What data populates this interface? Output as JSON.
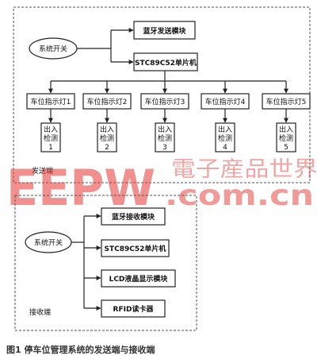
{
  "sender": {
    "frame_label": "发送端",
    "switch_label": "系统开关",
    "bluetooth_label": "蓝牙发送模块",
    "mcu_label": "STC89C52单片机",
    "indicators": [
      {
        "label": "车位指示灯1",
        "detect_line1": "出入",
        "detect_line2": "检测",
        "detect_num": "1"
      },
      {
        "label": "车位指示灯2",
        "detect_line1": "出入",
        "detect_line2": "检测",
        "detect_num": "2"
      },
      {
        "label": "车位指示灯3",
        "detect_line1": "出入",
        "detect_line2": "检测",
        "detect_num": "3"
      },
      {
        "label": "车位指示灯4",
        "detect_line1": "出入",
        "detect_line2": "检测",
        "detect_num": "4"
      },
      {
        "label": "车位指示灯5",
        "detect_line1": "出入",
        "detect_line2": "检测",
        "detect_num": "5"
      }
    ]
  },
  "receiver": {
    "frame_label": "接收端",
    "switch_label": "系统开关",
    "modules": [
      {
        "label": "蓝牙接收模块"
      },
      {
        "label": "STC89C52单片机"
      },
      {
        "label": "LCD液晶显示模块"
      },
      {
        "label": "RFID读卡器"
      }
    ]
  },
  "watermark": {
    "latin": "EEPW",
    "chinese": "電子産品世界",
    "domain": ".com.cn"
  },
  "caption": "图1 停车位管理系统的发送端与接收端",
  "colors": {
    "watermark": "#e53935",
    "line": "#222222",
    "frame": "#555555"
  }
}
